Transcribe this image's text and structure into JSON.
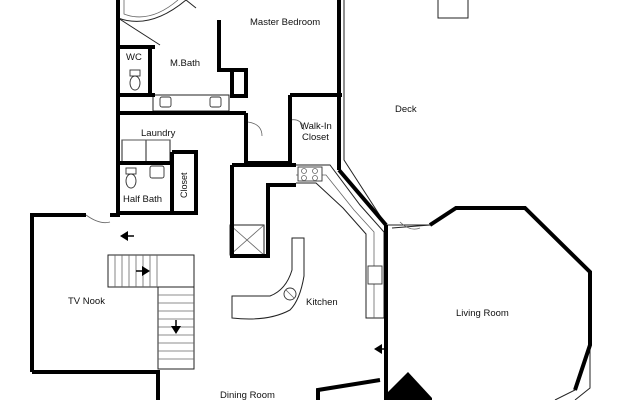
{
  "rooms": {
    "master_bedroom": "Master Bedroom",
    "wc": "WC",
    "m_bath": "M.Bath",
    "deck": "Deck",
    "laundry": "Laundry",
    "walk_in_closet_line1": "Walk-In",
    "walk_in_closet_line2": "Closet",
    "closet": "Closet",
    "half_bath": "Half Bath",
    "tv_nook": "TV Nook",
    "kitchen": "Kitchen",
    "living_room": "Living Room",
    "dining_room": "Dining Room"
  },
  "colors": {
    "wall": "#000000",
    "background": "#ffffff",
    "text": "#111111"
  }
}
